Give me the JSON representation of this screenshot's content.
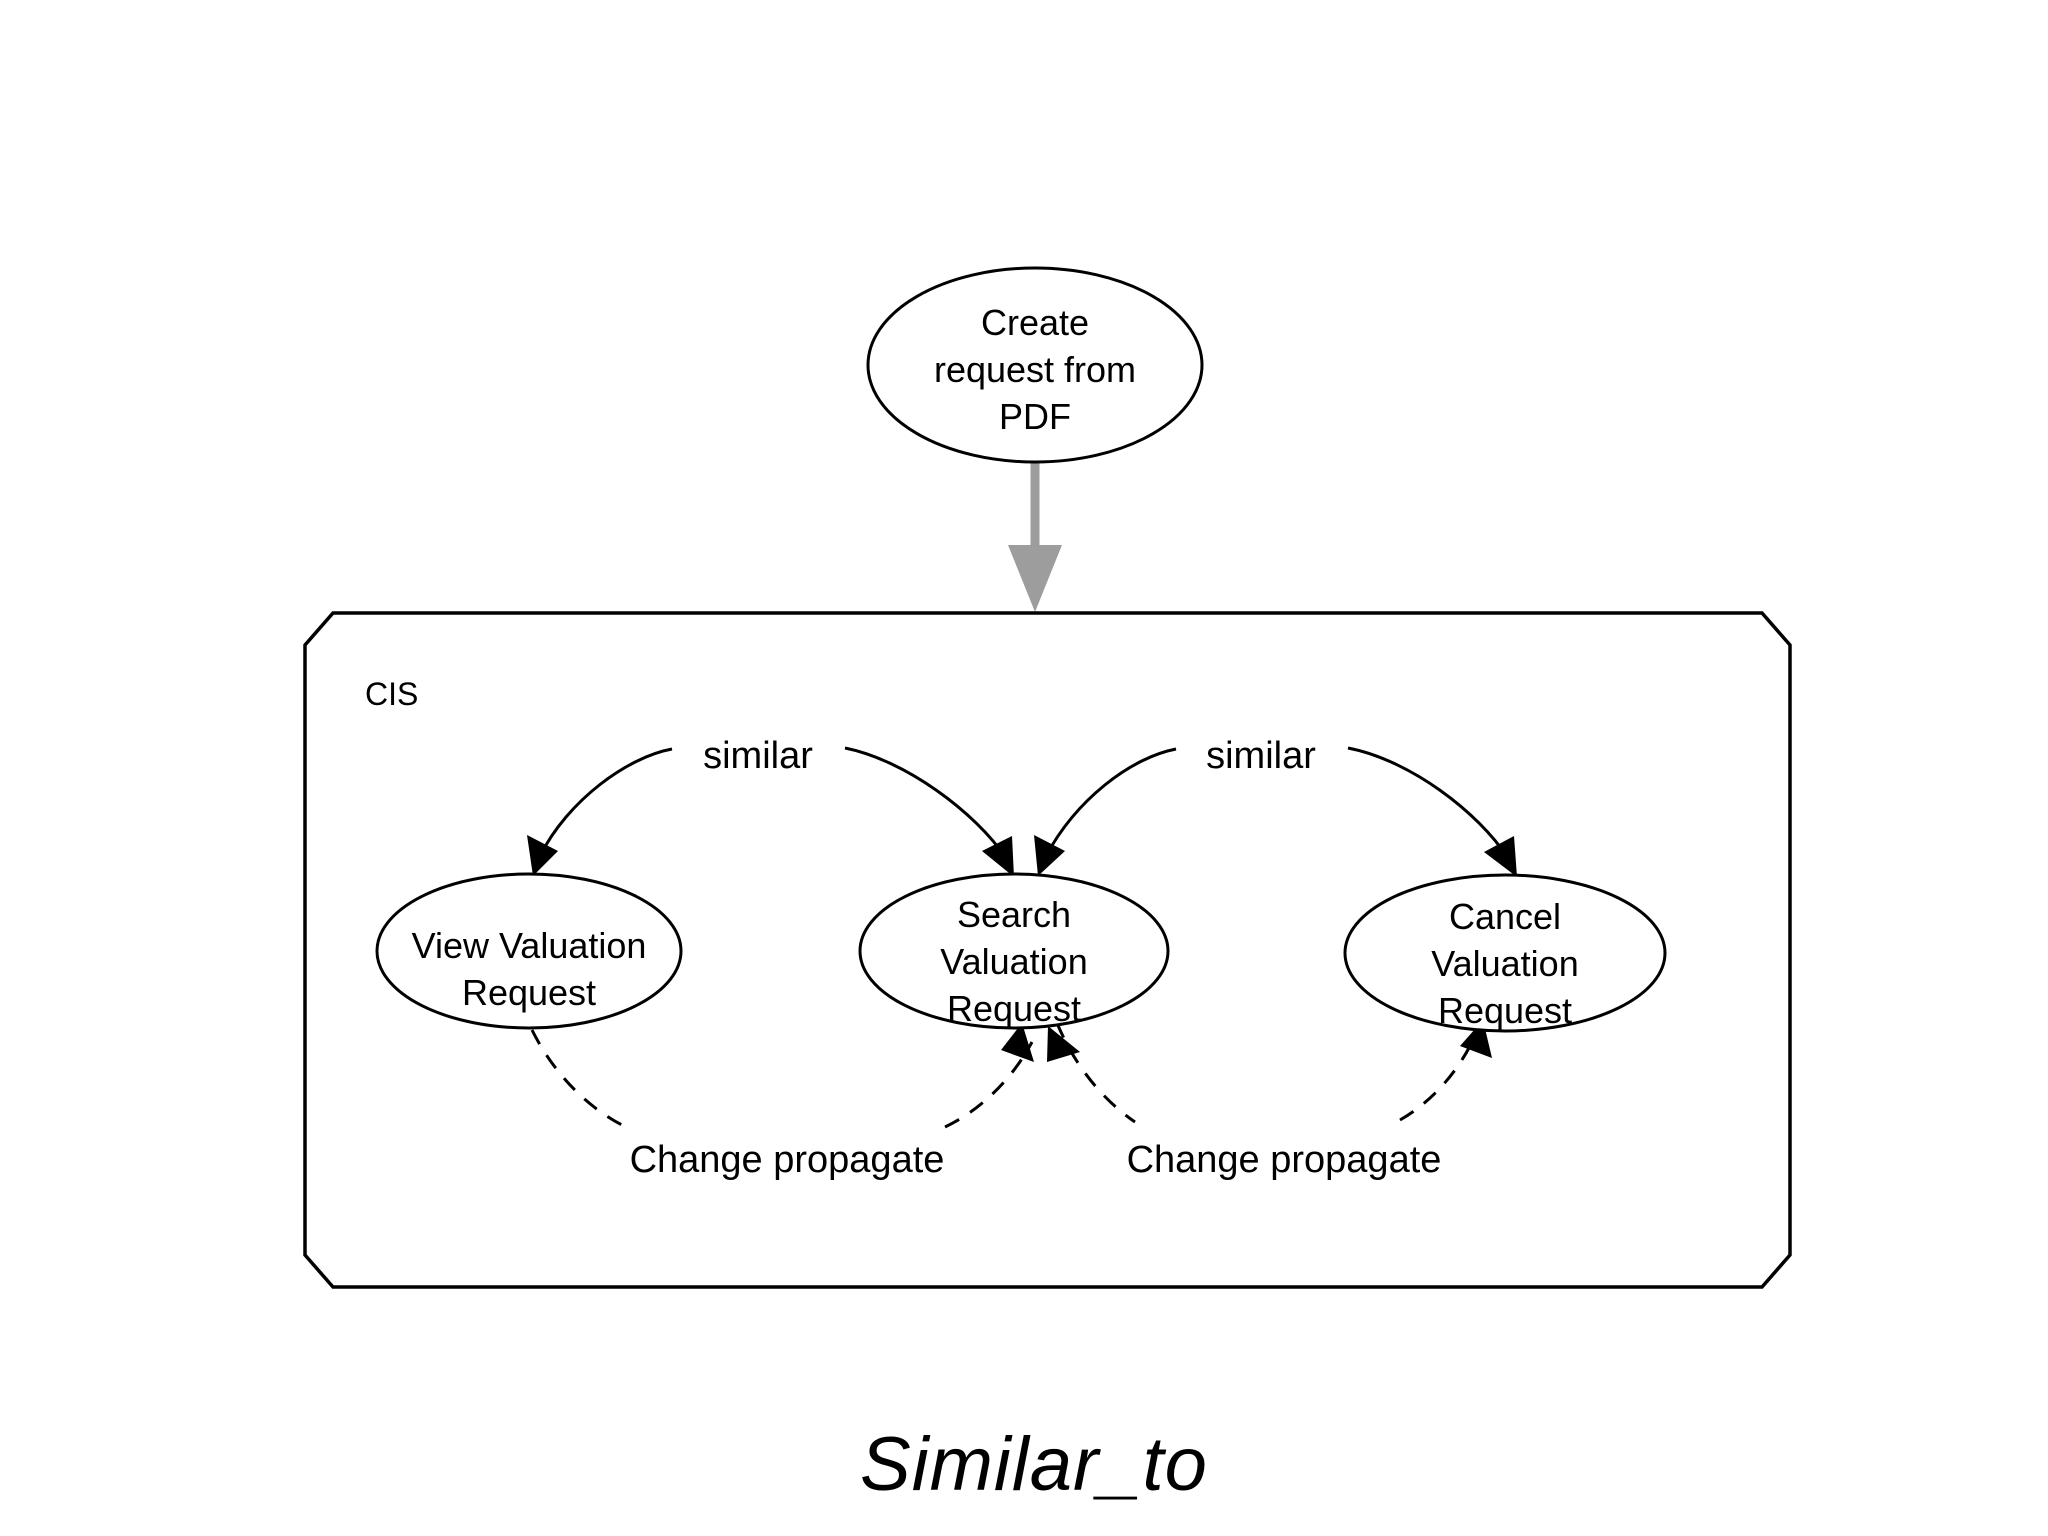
{
  "figure": {
    "caption": "Similar_to",
    "background_color": "#ffffff",
    "line_color": "#000000",
    "flow_arrow_color": "#9d9d9d"
  },
  "container": {
    "label": "CIS"
  },
  "nodes": [
    {
      "id": "create-request-from-pdf",
      "lines": [
        "Create",
        "request from",
        "PDF"
      ],
      "shape": "ellipse"
    },
    {
      "id": "view-valuation-request",
      "lines": [
        "View Valuation",
        "Request"
      ],
      "shape": "ellipse"
    },
    {
      "id": "search-valuation-request",
      "lines": [
        "Search",
        "Valuation",
        "Request"
      ],
      "shape": "ellipse"
    },
    {
      "id": "cancel-valuation-request",
      "lines": [
        "Cancel",
        "Valuation",
        "Request"
      ],
      "shape": "ellipse"
    }
  ],
  "edges": [
    {
      "id": "flow-create-to-cis",
      "label": "",
      "style": "solid-gray",
      "from": "create-request-from-pdf",
      "to": "CIS"
    },
    {
      "id": "similar-view-search",
      "label": "similar",
      "style": "solid",
      "from": "view-valuation-request",
      "to": "search-valuation-request"
    },
    {
      "id": "similar-search-cancel",
      "label": "similar",
      "style": "solid",
      "from": "search-valuation-request",
      "to": "cancel-valuation-request"
    },
    {
      "id": "change-propagate-view-search",
      "label": "Change propagate",
      "style": "dashed",
      "from": "view-valuation-request",
      "to": "search-valuation-request"
    },
    {
      "id": "change-propagate-search-cancel",
      "label": "Change propagate",
      "style": "dashed",
      "from": "search-valuation-request",
      "to": "cancel-valuation-request"
    }
  ]
}
